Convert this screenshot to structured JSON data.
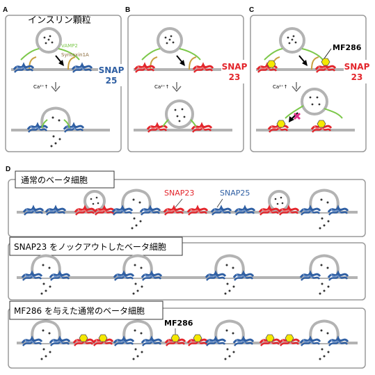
{
  "panelA": {
    "letter": "A",
    "title": "インスリン顆粒",
    "vamp2": "VAMP2",
    "syntaxin": "Syntaxin1A",
    "snap": [
      "SNAP",
      "25"
    ],
    "ca": "Ca²⁺↑"
  },
  "panelB": {
    "letter": "B",
    "snap": [
      "SNAP",
      "23"
    ],
    "ca": "Ca²⁺↑"
  },
  "panelC": {
    "letter": "C",
    "drug": "MF286",
    "snap": [
      "SNAP",
      "23"
    ],
    "ca": "Ca²⁺↑"
  },
  "panelD": {
    "letter": "D",
    "row1_title": "通常のベータ細胞",
    "row1_snap23": "SNAP23",
    "row1_snap25": "SNAP25",
    "row2_title": "SNAP23 をノックアウトしたベータ細胞",
    "row3_title": "MF286 を与えた通常のベータ細胞",
    "row3_drug": "MF286"
  },
  "colors": {
    "snap25": "#2f5fa3",
    "snap23": "#e3262c",
    "vamp": "#7cc84a",
    "syntaxin": "#c8a040",
    "membrane": "#b3b3b3",
    "drug": "#f5e800",
    "block": "#e0308a"
  }
}
